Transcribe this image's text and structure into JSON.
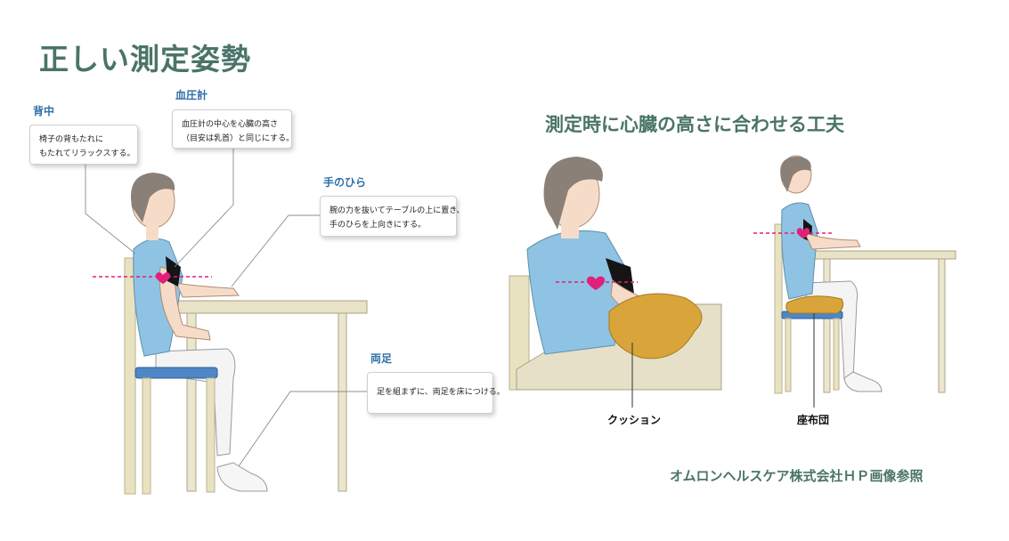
{
  "title": "正しい測定姿勢",
  "subtitle": "測定時に心臓の高さに合わせる工夫",
  "credit": "オムロンヘルスケア株式会社ＨＰ画像参照",
  "callouts": {
    "back": {
      "label": "背中",
      "lines": [
        "椅子の背もたれに",
        "もたれてリラックスする。"
      ]
    },
    "monitor": {
      "label": "血圧計",
      "lines": [
        "血圧計の中心を心臓の高さ",
        "（目安は乳首）と同じにする。"
      ]
    },
    "palm": {
      "label": "手のひら",
      "lines": [
        "腕の力を抜いてテーブルの上に置き、",
        "手のひらを上向きにする。"
      ]
    },
    "feet": {
      "label": "両足",
      "lines": [
        "足を組まずに、両足を床につける。"
      ]
    }
  },
  "captions": {
    "cushion": "クッション",
    "zabuton": "座布団"
  },
  "colors": {
    "heading": "#4a7468",
    "label": "#2f6fa8",
    "heart": "#e0207a",
    "shirt": "#8fc3e3",
    "table": "#e6e0c8",
    "cushion": "#d9a43a"
  }
}
